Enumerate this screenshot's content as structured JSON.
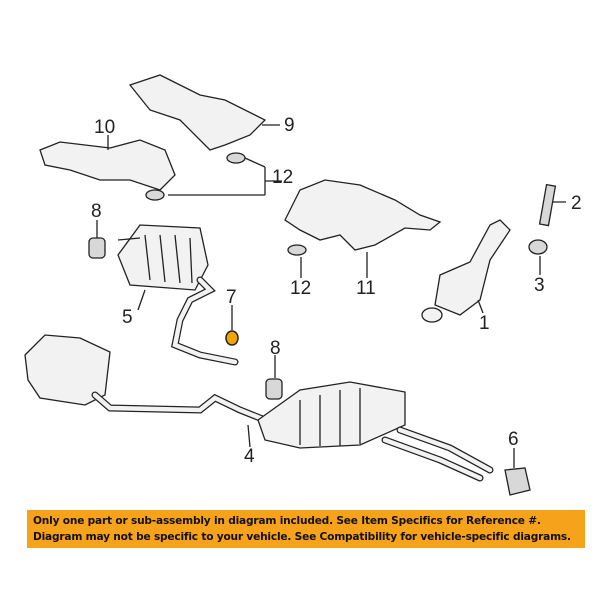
{
  "callouts": {
    "c10": "10",
    "c9": "9",
    "c12a": "12",
    "c8a": "8",
    "c2": "2",
    "c3": "3",
    "c5": "5",
    "c7": "7",
    "c12b": "12",
    "c11": "11",
    "c1": "1",
    "c8b": "8",
    "c4": "4",
    "c6": "6"
  },
  "notice": {
    "line1": "Only one part or sub-assembly in diagram included. See Item Specifics for Reference #.",
    "line2": "Diagram may not be specific to your vehicle. See Compatibility for vehicle-specific diagrams."
  },
  "colors": {
    "banner": "#f7a21b",
    "highlight": "#f0a500"
  }
}
